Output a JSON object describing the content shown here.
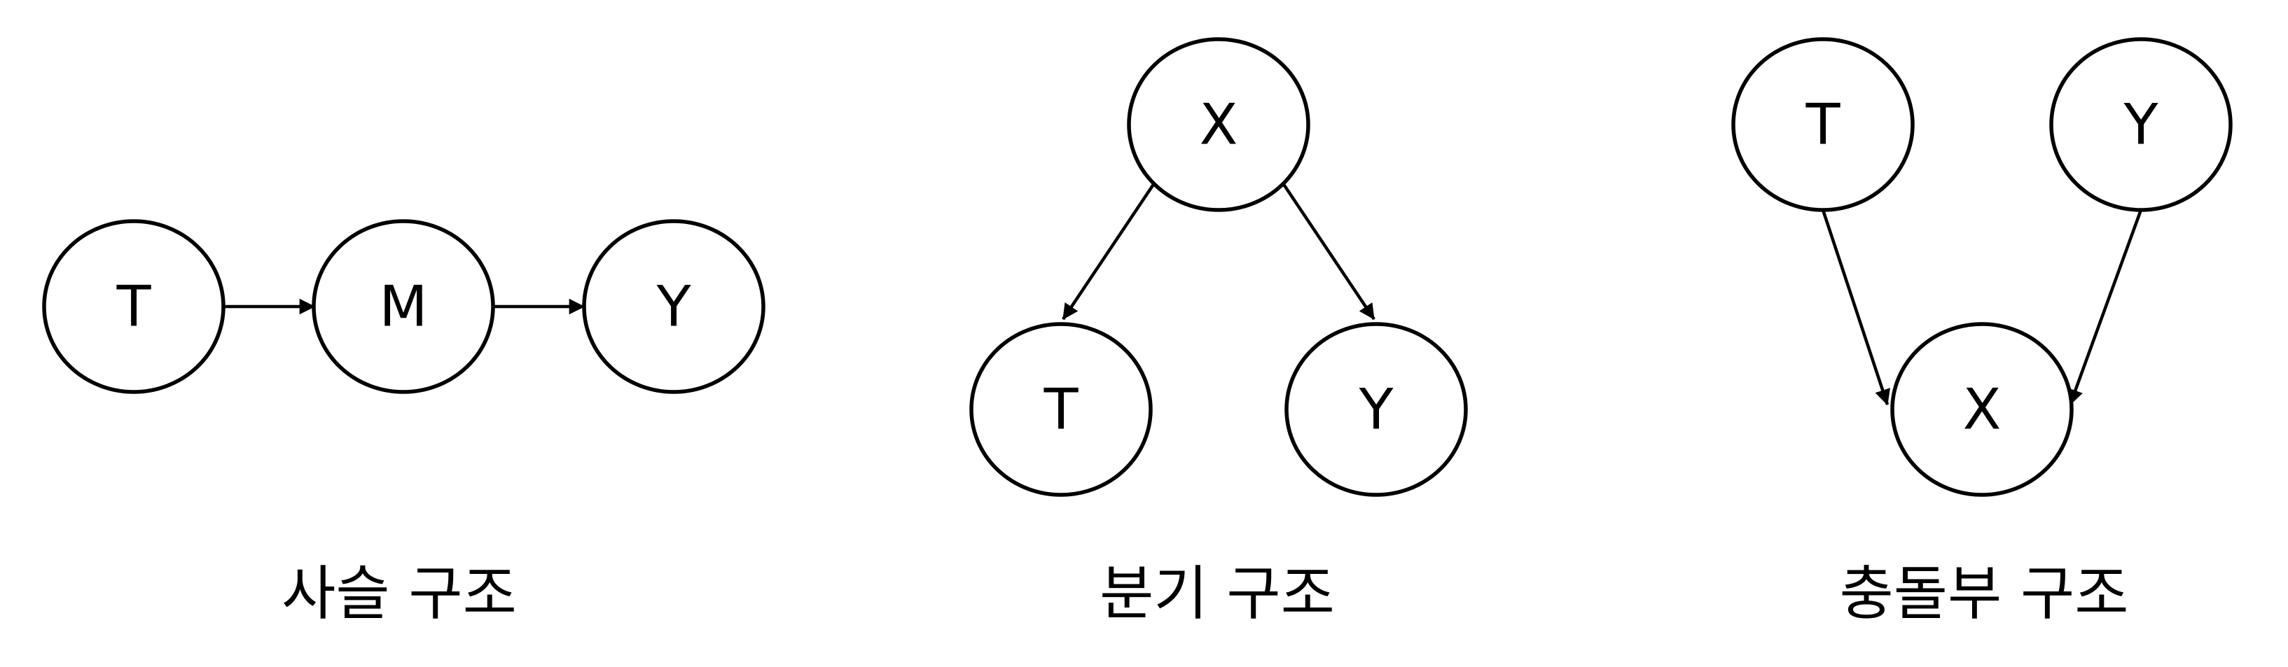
{
  "colors": {
    "stroke": "#000000",
    "background": "#ffffff"
  },
  "diagrams": [
    {
      "id": "chain",
      "caption": "사슬 구조",
      "nodes": [
        {
          "id": "t",
          "label": "T"
        },
        {
          "id": "m",
          "label": "M"
        },
        {
          "id": "y",
          "label": "Y"
        }
      ],
      "edges": [
        {
          "from": "T",
          "to": "M"
        },
        {
          "from": "M",
          "to": "Y"
        }
      ]
    },
    {
      "id": "fork",
      "caption": "분기 구조",
      "nodes": [
        {
          "id": "x",
          "label": "X"
        },
        {
          "id": "t",
          "label": "T"
        },
        {
          "id": "y",
          "label": "Y"
        }
      ],
      "edges": [
        {
          "from": "X",
          "to": "T"
        },
        {
          "from": "X",
          "to": "Y"
        }
      ]
    },
    {
      "id": "collider",
      "caption": "충돌부 구조",
      "nodes": [
        {
          "id": "t",
          "label": "T"
        },
        {
          "id": "y",
          "label": "Y"
        },
        {
          "id": "x",
          "label": "X"
        }
      ],
      "edges": [
        {
          "from": "T",
          "to": "X"
        },
        {
          "from": "Y",
          "to": "X"
        }
      ]
    }
  ]
}
